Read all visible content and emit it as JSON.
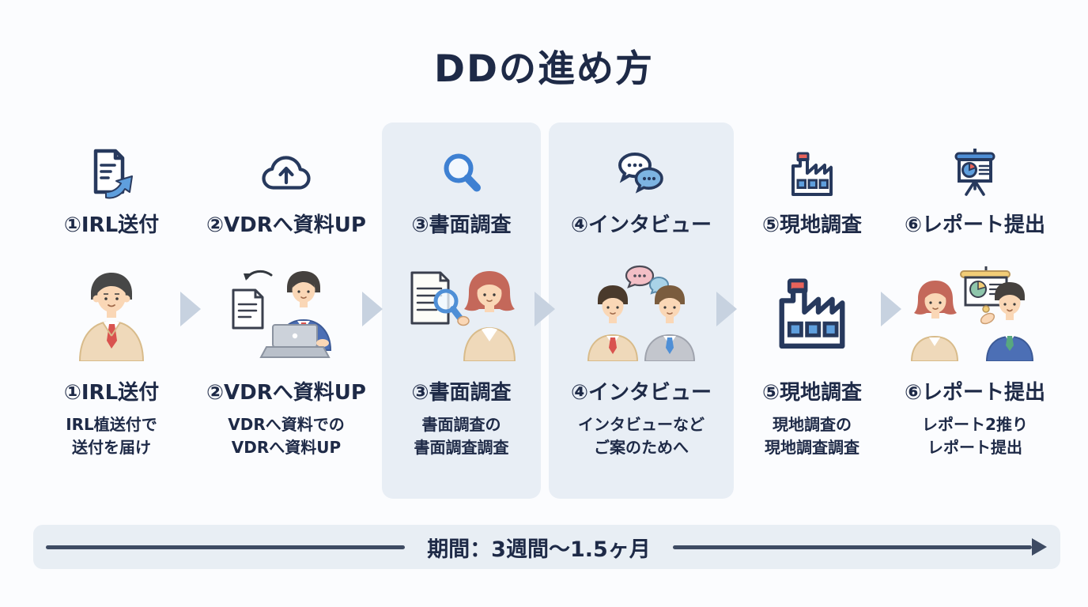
{
  "title": "DDの進め方",
  "steps": [
    {
      "label": "①IRL送付",
      "icon": "document-send-icon",
      "illustration": "businessman-illustration",
      "desc1": "IRL植送付で",
      "desc2": "送付を届け",
      "highlighted": false
    },
    {
      "label": "②VDRへ資料UP",
      "icon": "cloud-upload-icon",
      "illustration": "man-uploading-laptop-illustration",
      "desc1": "VDRへ資料での",
      "desc2": "VDRへ資料UP",
      "highlighted": false
    },
    {
      "label": "③書面調査",
      "icon": "magnifier-icon",
      "illustration": "woman-document-review-illustration",
      "desc1": "書面調査の",
      "desc2": "書面調査調査",
      "highlighted": true
    },
    {
      "label": "④インタビュー",
      "icon": "chat-bubbles-icon",
      "illustration": "interview-two-men-illustration",
      "desc1": "インタビューなど",
      "desc2": "ご案のためへ",
      "highlighted": true
    },
    {
      "label": "⑤現地調査",
      "icon": "factory-icon",
      "illustration": "factory-illustration",
      "desc1": "現地調査の",
      "desc2": "現地調査調査",
      "highlighted": false
    },
    {
      "label": "⑥レポート提出",
      "icon": "presentation-board-icon",
      "illustration": "report-presentation-illustration",
      "desc1": "レポート2推り",
      "desc2": "レポート提出",
      "highlighted": false
    }
  ],
  "timeline": {
    "label": "期間：3週間〜1.5ヶ月"
  },
  "colors": {
    "navy": "#1e2a47",
    "accent_blue": "#5b9bd5",
    "highlight_bg": "#e8eef5",
    "arrow_gray": "#c7d2e0",
    "timeline_bg": "#e8eef4",
    "line_navy": "#3e4b63",
    "page_bg": "#fbfcfe",
    "red_accent": "#e8635a"
  }
}
